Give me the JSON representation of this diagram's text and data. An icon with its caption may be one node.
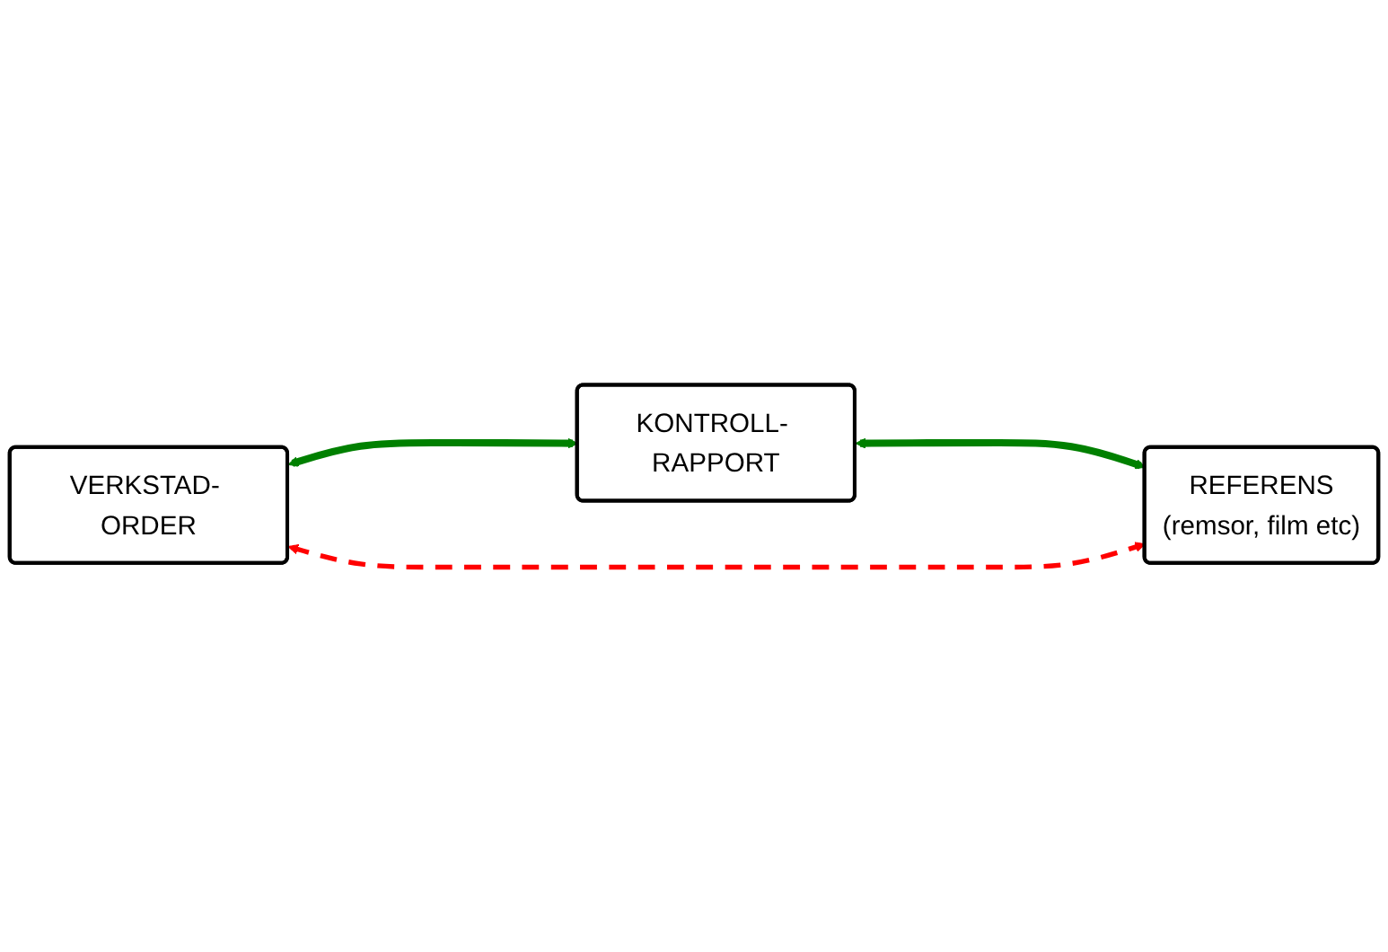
{
  "diagram": {
    "nodes": [
      {
        "text": [
          "VERKSTAD- ORDER"
        ]
      },
      {
        "text": [
          "KONTROLL- RAPPORT"
        ]
      },
      {
        "text": [
          "REFERENS",
          "(remsor, film etc)"
        ]
      }
    ],
    "edges": [
      {
        "from": 0,
        "to": 1,
        "arrow": "both"
      },
      {
        "from": 1,
        "to": 2,
        "arrow": "both"
      },
      {
        "from": 0,
        "to": 2,
        "arrow": "both",
        "style": "dashed",
        "color": "#ff0000"
      }
    ]
  }
}
